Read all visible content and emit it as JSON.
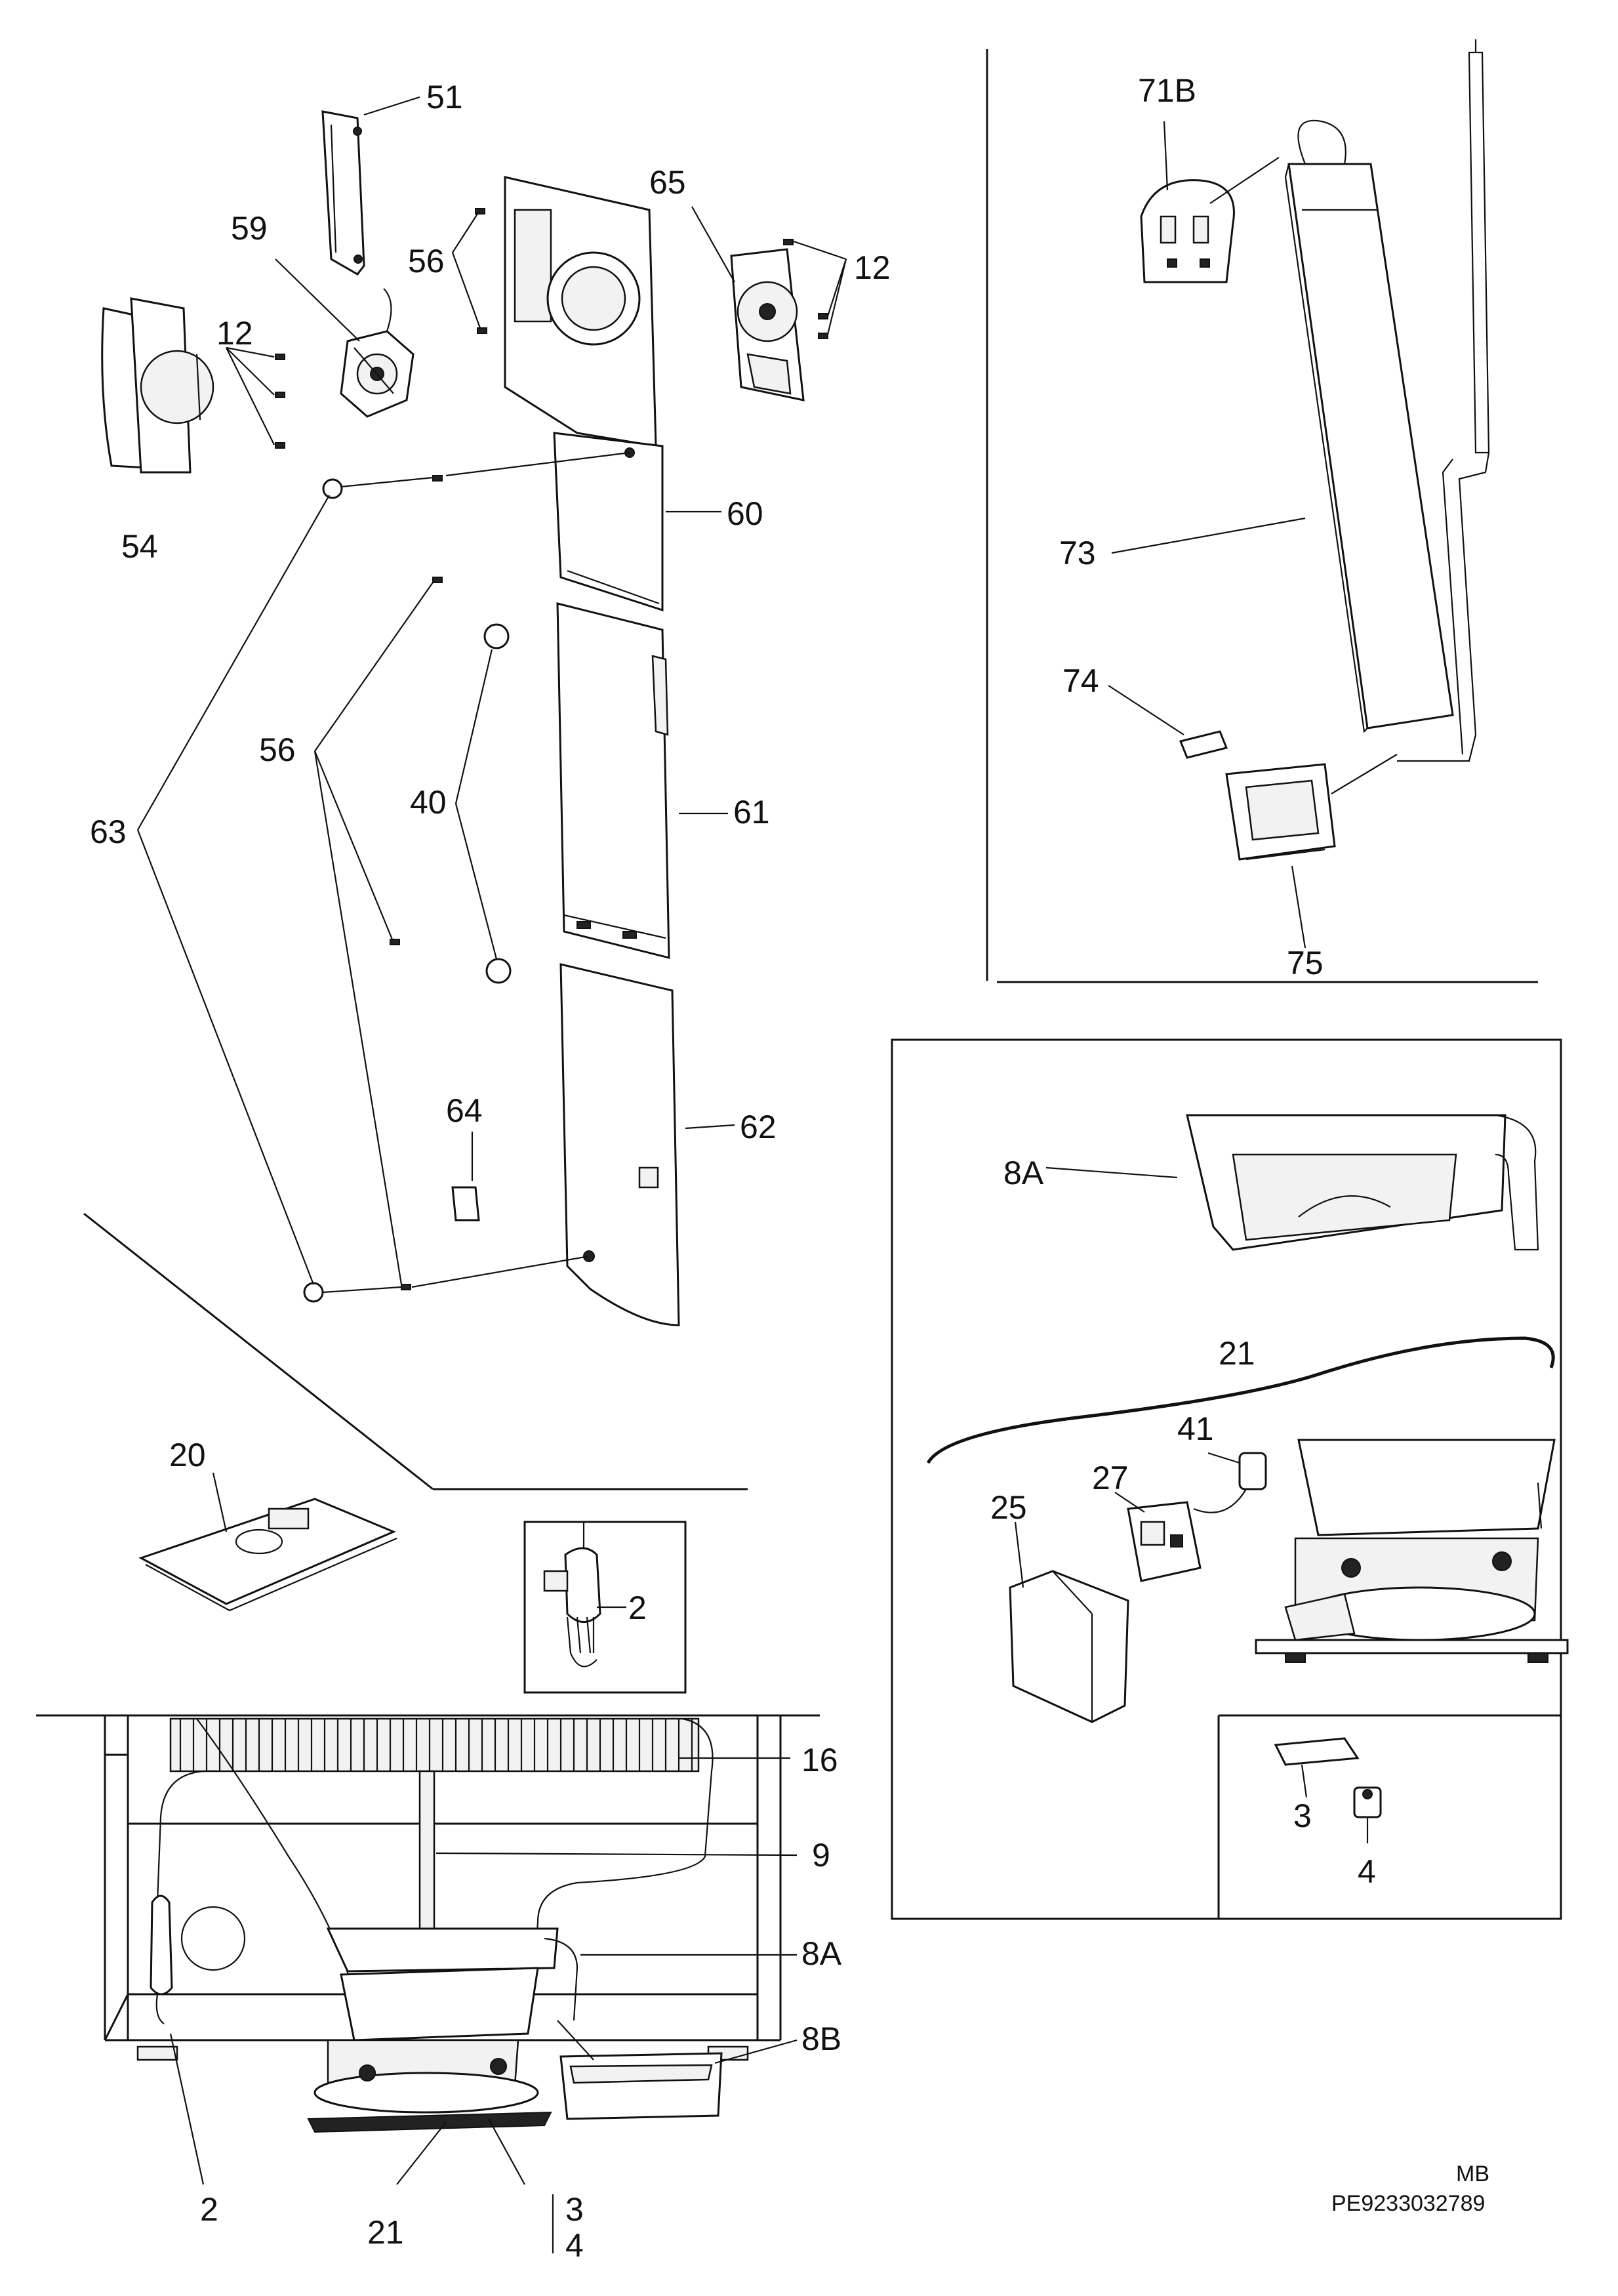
{
  "labels": {
    "p51": "51",
    "p59": "59",
    "p56a": "56",
    "p65": "65",
    "p12a": "12",
    "p12b": "12",
    "p54": "54",
    "p60": "60",
    "p56b": "56",
    "p40": "40",
    "p63": "63",
    "p61": "61",
    "p64": "64",
    "p62": "62",
    "p71b": "71B",
    "p73": "73",
    "p74": "74",
    "p75": "75",
    "p8a_top": "8A",
    "p21_right": "21",
    "p41": "41",
    "p27": "27",
    "p25": "25",
    "p3_right": "3",
    "p4_right": "4",
    "p20": "20",
    "p2_detail": "2",
    "p16": "16",
    "p9": "9",
    "p8a_bottom": "8A",
    "p8b": "8B",
    "p2_bottom": "2",
    "p21_bottom": "21",
    "p3_bottom": "3",
    "p4_bottom": "4"
  },
  "footer": {
    "code1": "MB",
    "code2": "PE9233032789"
  }
}
